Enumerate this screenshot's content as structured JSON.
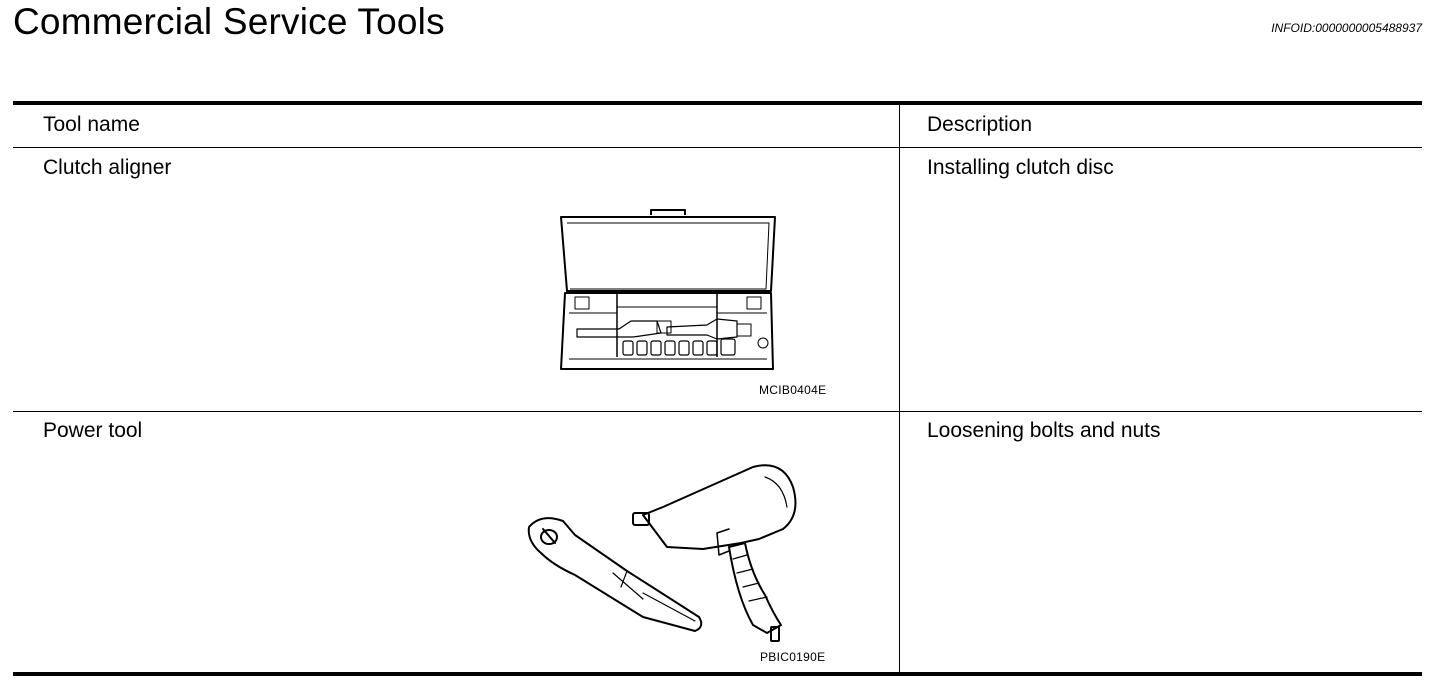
{
  "page": {
    "title": "Commercial Service Tools",
    "info_id": "INFOID:0000000005488937"
  },
  "table": {
    "headers": {
      "tool_name": "Tool name",
      "description": "Description"
    },
    "rows": [
      {
        "tool_name": "Clutch aligner",
        "description": "Installing clutch disc",
        "figure_code": "MCIB0404E",
        "figure_icon": "clutch-aligner-kit-icon"
      },
      {
        "tool_name": "Power tool",
        "description": "Loosening bolts and nuts",
        "figure_code": "PBIC0190E",
        "figure_icon": "power-tools-icon"
      }
    ]
  }
}
